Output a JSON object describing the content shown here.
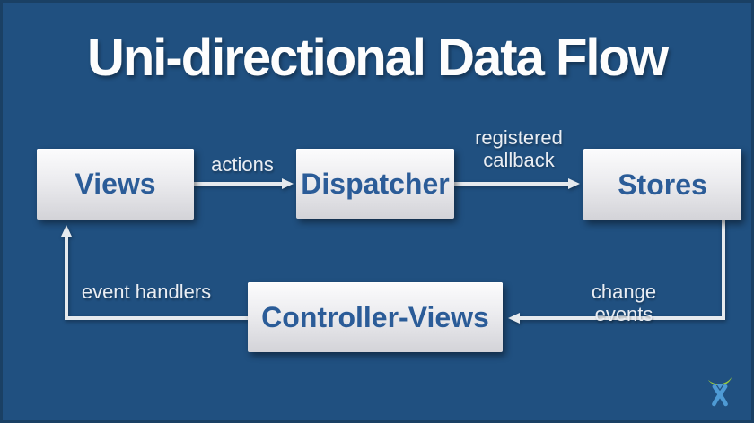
{
  "title": "Uni-directional Data Flow",
  "diagram": {
    "nodes": {
      "views": {
        "label": "Views"
      },
      "dispatcher": {
        "label": "Dispatcher"
      },
      "stores": {
        "label": "Stores"
      },
      "controller_views": {
        "label": "Controller-Views"
      }
    },
    "edges": {
      "actions": {
        "label": "actions",
        "from": "Views",
        "to": "Dispatcher"
      },
      "registered_callback": {
        "label": "registered\ncallback",
        "from": "Dispatcher",
        "to": "Stores"
      },
      "change_events": {
        "label": "change events",
        "from": "Stores",
        "to": "Controller-Views"
      },
      "event_handlers": {
        "label": "event handlers",
        "from": "Controller-Views",
        "to": "Views"
      }
    }
  },
  "footer": {
    "logo_icon": "atlassian-logo"
  },
  "colors": {
    "background": "#205080",
    "slide_border": "#1A4064",
    "title_text": "#FDFDFD",
    "node_text": "#2B5C98",
    "node_gradient_top": "#FCFCFD",
    "node_gradient_bottom": "#D3D3D8",
    "edge_label_text": "#E9EDF3",
    "arrow": "#E6EAEE",
    "logo_blue": "#4E9AD4",
    "logo_green": "#9ACA3C"
  }
}
